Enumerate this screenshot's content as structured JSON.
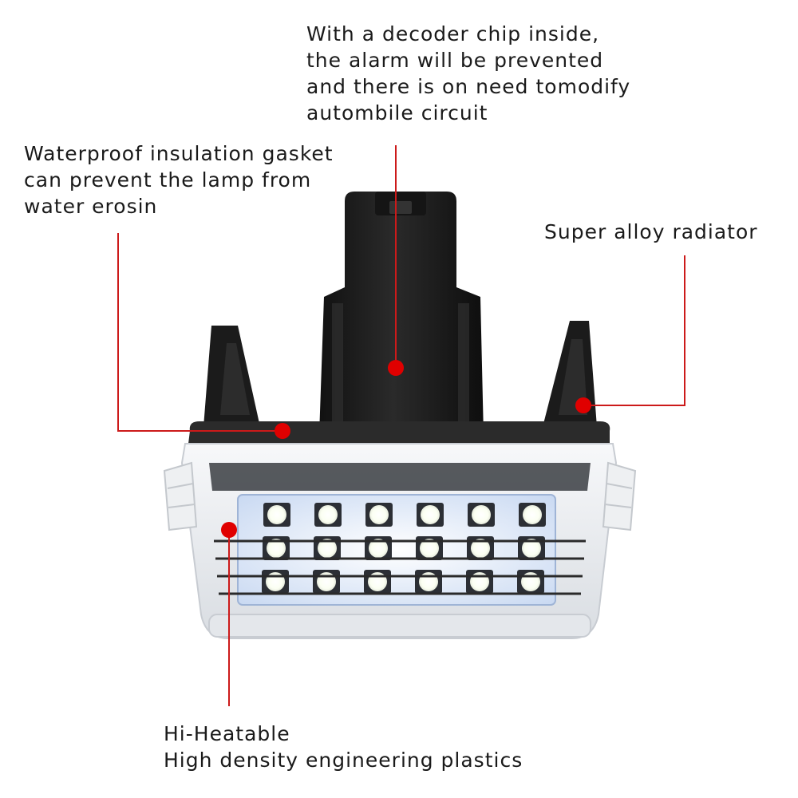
{
  "callouts": {
    "decoder": {
      "lines": [
        "With a decoder chip inside,",
        "the alarm will be prevented",
        "and there is on need tomodify",
        "autombile circuit"
      ]
    },
    "gasket": {
      "lines": [
        "Waterproof insulation gasket",
        "can prevent the lamp from",
        "water erosin"
      ]
    },
    "alloy": {
      "lines": [
        "Super alloy radiator"
      ]
    },
    "plastic": {
      "lines": [
        "Hi-Heatable",
        "High density engineering plastics"
      ]
    }
  },
  "colors": {
    "leader": "#cc1a1a",
    "marker": "#e00000",
    "housing": "#1e1e1e",
    "gasket": "#2b2b2b",
    "led_board": "#e6f0ff",
    "led_chip": "#ffffff",
    "lens": "#f2f4f6"
  },
  "leds": {
    "rows": 3,
    "columns": 6
  }
}
